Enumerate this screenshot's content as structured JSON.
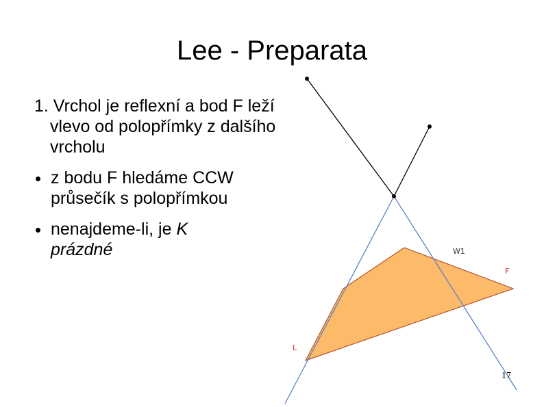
{
  "slide": {
    "title": "Lee - Preparata",
    "page_number": "17",
    "points": [
      {
        "type": "numbered",
        "text": "1. Vrchol je reflexní a bod F leží vlevo od polopřímky z dalšího vrcholu"
      },
      {
        "type": "bullet",
        "text": "z bodu F hledáme CCW průsečík s polopřímkou"
      },
      {
        "type": "bullet",
        "text_before": "nenajdeme-li, je ",
        "text_italic_1": "K",
        "text_italic_2": "prázdné"
      }
    ]
  },
  "diagram": {
    "labels": {
      "w1": "W1",
      "f": "F",
      "l": "L"
    },
    "colors": {
      "polygon_fill": "#fdbb6a",
      "polygon_stroke": "#b5502a",
      "ray": "#5a82c8",
      "edge": "#000000",
      "label": "#c0392b"
    }
  }
}
